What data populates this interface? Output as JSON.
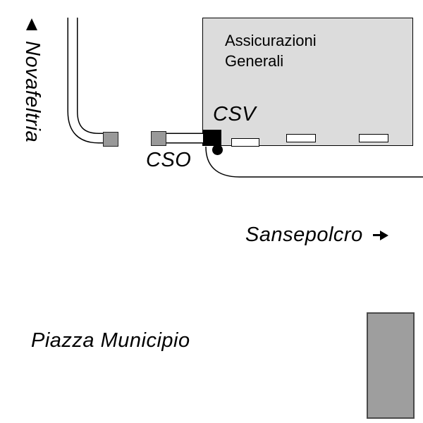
{
  "labels": {
    "novafeltria": "Novafeltria",
    "csv": "CSV",
    "cso": "CSO",
    "sansepolcro": "Sansepolcro",
    "piazza_municipio": "Piazza Municipio"
  },
  "building": {
    "name_line1": "Assicurazioni",
    "name_line2": "Generali"
  },
  "icons": {
    "north_arrow": "up-arrow",
    "east_arrow": "right-arrow"
  },
  "colors": {
    "background": "#FFFFFF",
    "building_fill": "#DCDCDC",
    "building_border": "#000000",
    "gate_marker_fill": "#999999",
    "southeast_block_fill": "#9E9E9E",
    "marker_black": "#000000",
    "road_fill": "#FFFFFF",
    "road_edge": "#000000",
    "text": "#000000"
  }
}
